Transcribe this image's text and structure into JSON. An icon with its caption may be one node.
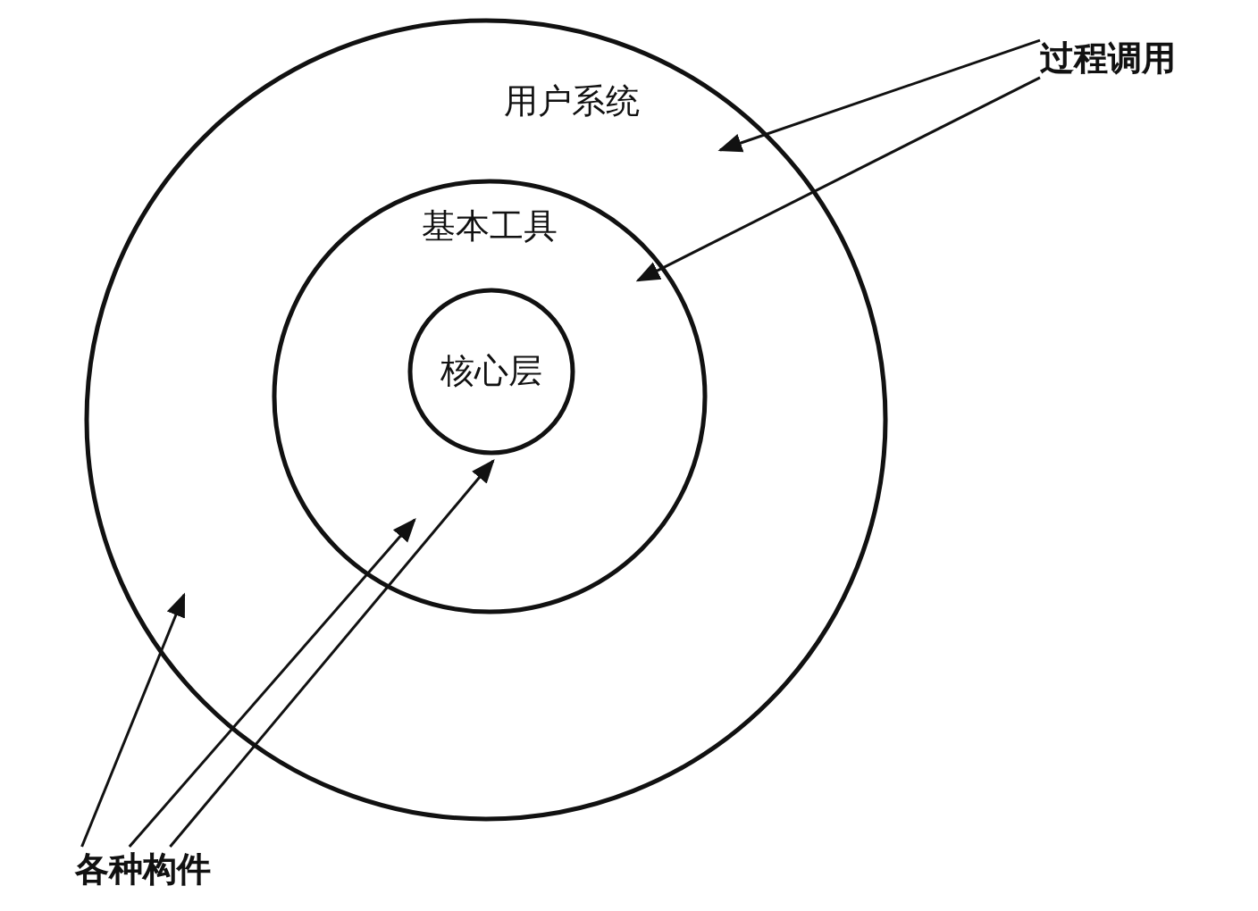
{
  "diagram": {
    "nodes": [
      {
        "text": [
          "用户系统"
        ]
      },
      {
        "text": [
          "基本工具"
        ],
        "in": 0
      },
      {
        "text": [
          "核心层"
        ],
        "in": 1
      },
      {
        "text": [
          "过程调用"
        ]
      },
      {
        "text": [
          "各种构件"
        ]
      }
    ],
    "edges": [
      {
        "from": 3,
        "to": 0,
        "arrow": "to"
      },
      {
        "from": 3,
        "to": 1,
        "arrow": "to"
      },
      {
        "from": 4,
        "to": 0,
        "arrow": "to"
      },
      {
        "from": 4,
        "to": 1,
        "arrow": "to"
      },
      {
        "from": 4,
        "to": 2,
        "arrow": "to"
      }
    ]
  }
}
